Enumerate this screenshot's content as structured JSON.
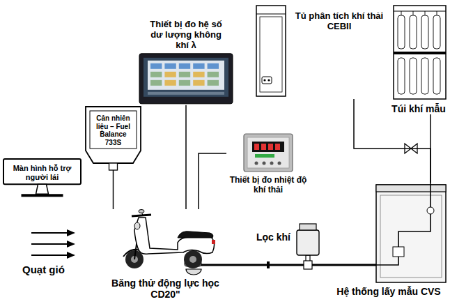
{
  "diagram": {
    "nodes": [
      {
        "text": [
          "Màn hình hỗ trợ người lái"
        ]
      },
      {
        "text": [
          "Cân nhiên liệu – Fuel Balance 733S"
        ]
      },
      {
        "text": [
          "Thiết bị đo hệ số dư lượng không khí λ"
        ]
      },
      {
        "text": [
          "Tủ phân tích khí thải CEBII"
        ]
      },
      {
        "text": [
          "Túi khí mẫu"
        ]
      },
      {
        "text": [
          "Thiết bị đo nhiệt độ khí thải"
        ]
      },
      {
        "text": [
          "Băng thử động lực học CD20\""
        ]
      },
      {
        "text": [
          "Lọc khí"
        ]
      },
      {
        "text": [
          "Hệ thống lấy mẫu CVS"
        ]
      }
    ],
    "edges": [
      {
        "from": 1,
        "to": 6,
        "arrow": "none"
      },
      {
        "from": 2,
        "to": 6,
        "arrow": "none"
      },
      {
        "from": 5,
        "to": 6,
        "arrow": "none"
      },
      {
        "from": 6,
        "to": 7,
        "arrow": "none"
      },
      {
        "from": 7,
        "to": 8,
        "arrow": "none"
      },
      {
        "from": 3,
        "to": 8,
        "arrow": "none"
      },
      {
        "from": 4,
        "to": 8,
        "arrow": "none"
      }
    ],
    "labels": [
      "Quạt gió"
    ]
  }
}
